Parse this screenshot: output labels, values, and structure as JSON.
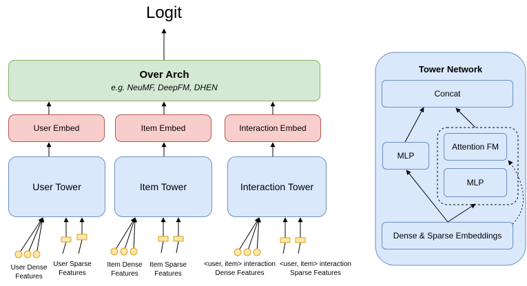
{
  "title": "Logit",
  "over_arch": {
    "title": "Over Arch",
    "subtitle": "e.g. NeuMF, DeepFM, DHEN"
  },
  "embeds": [
    "User Embed",
    "Item Embed",
    "Interaction Embed"
  ],
  "towers": [
    "User Tower",
    "Item Tower",
    "Interaction Tower"
  ],
  "features": {
    "user_dense": [
      "User Dense",
      "Features"
    ],
    "user_sparse": [
      "User Sparse",
      "Features"
    ],
    "item_dense": [
      "Item Dense",
      "Features"
    ],
    "item_sparse": [
      "Item Sparse",
      "Features"
    ],
    "inter_dense": [
      "<user, item> interaction",
      "Dense Features"
    ],
    "inter_sparse": [
      "<user, item> interaction",
      "Sparse Features"
    ]
  },
  "tower_network": {
    "title": "Tower Network",
    "concat": "Concat",
    "mlp_left": "MLP",
    "attention_fm": "Attention FM",
    "mlp_right": "MLP",
    "embeddings": "Dense & Sparse Embeddings"
  },
  "colors": {
    "green_fill": "#d5e8d4",
    "green_stroke": "#82b366",
    "red_fill": "#f8cecc",
    "red_stroke": "#b85450",
    "blue_fill": "#dae8fc",
    "blue_stroke": "#6c8ebf",
    "yellow_fill": "#ffe6a8",
    "yellow_stroke": "#d6a21e"
  }
}
